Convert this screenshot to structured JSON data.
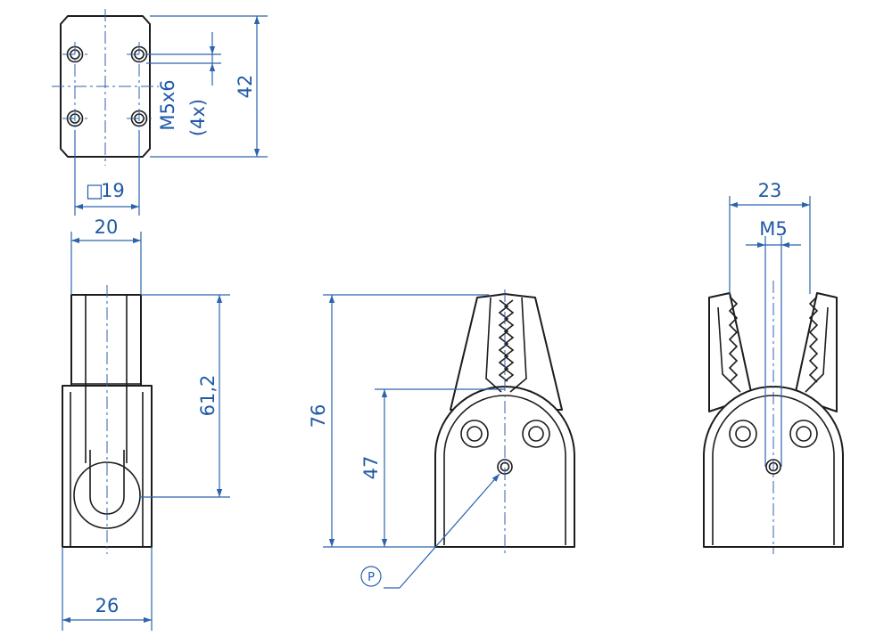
{
  "views": {
    "top": {
      "label_height": "42",
      "label_thread": "M5x6",
      "label_count": "(4x)",
      "label_square": "19",
      "square_symbol": "□"
    },
    "side": {
      "label_width_top": "20",
      "label_height": "61,2",
      "label_width_bottom": "26"
    },
    "front": {
      "label_height_total": "76",
      "label_height_pivot": "47",
      "label_point": "P"
    },
    "open": {
      "label_opening": "23",
      "label_thread": "M5"
    }
  },
  "colors": {
    "dimension": "#2c63ad",
    "outline": "#1c1c1c"
  }
}
